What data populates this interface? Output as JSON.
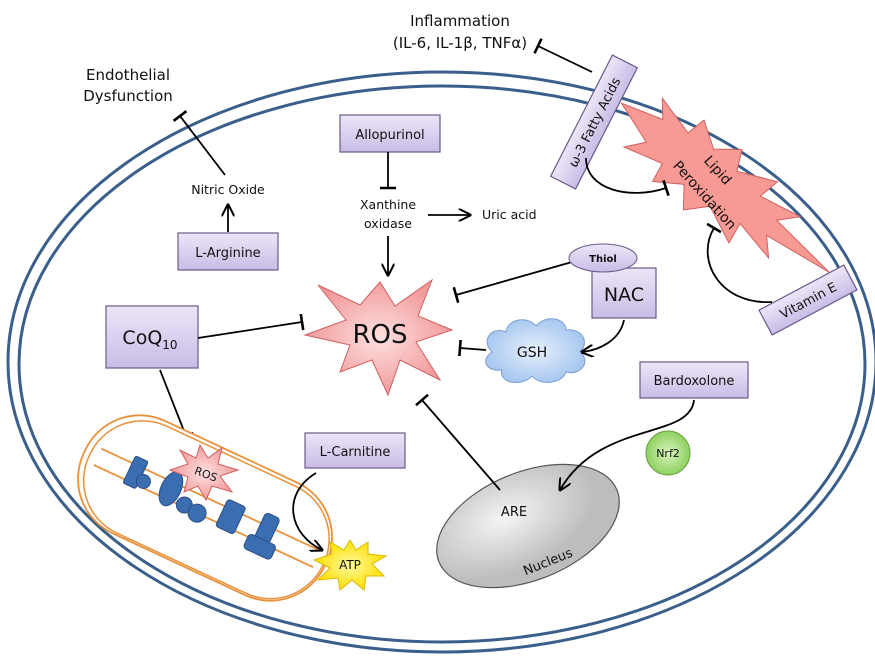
{
  "labels": {
    "inflammation": "Inflammation",
    "inflammation_markers": "(IL-6, IL-1β, TNFα)",
    "endothelial_line1": "Endothelial",
    "endothelial_line2": "Dysfunction",
    "nitric_oxide": "Nitric Oxide",
    "l_arginine": "L-Arginine",
    "allopurinol": "Allopurinol",
    "xanthine_line1": "Xanthine",
    "xanthine_line2": "oxidase",
    "uric_acid": "Uric acid",
    "ros": "ROS",
    "coq_base": "CoQ",
    "coq_sub": "10",
    "mito_ros": "ROS",
    "l_carnitine": "L-Carnitine",
    "atp": "ATP",
    "are": "ARE",
    "nucleus": "Nucleus",
    "bardoxolone": "Bardoxolone",
    "nrf2": "Nrf2",
    "gsh": "GSH",
    "nac": "NAC",
    "thiol": "Thiol",
    "omega3": "ω-3 Fatty Acids",
    "lipid_line1": "Lipid",
    "lipid_line2": "Peroxidation",
    "vitamin_e": "Vitamin E"
  },
  "colors": {
    "membrane": "#3a5f8a",
    "box_fill": "#d9cff0",
    "ros_star": "#f6a6a6",
    "lipid_star": "#f79a94",
    "atp_star": "#ffee00",
    "gsh_cloud": "#b7d3f5",
    "nrf2": "#a8e07a",
    "mitochondrion": "#e8913a",
    "complex": "#3a6eb0"
  }
}
